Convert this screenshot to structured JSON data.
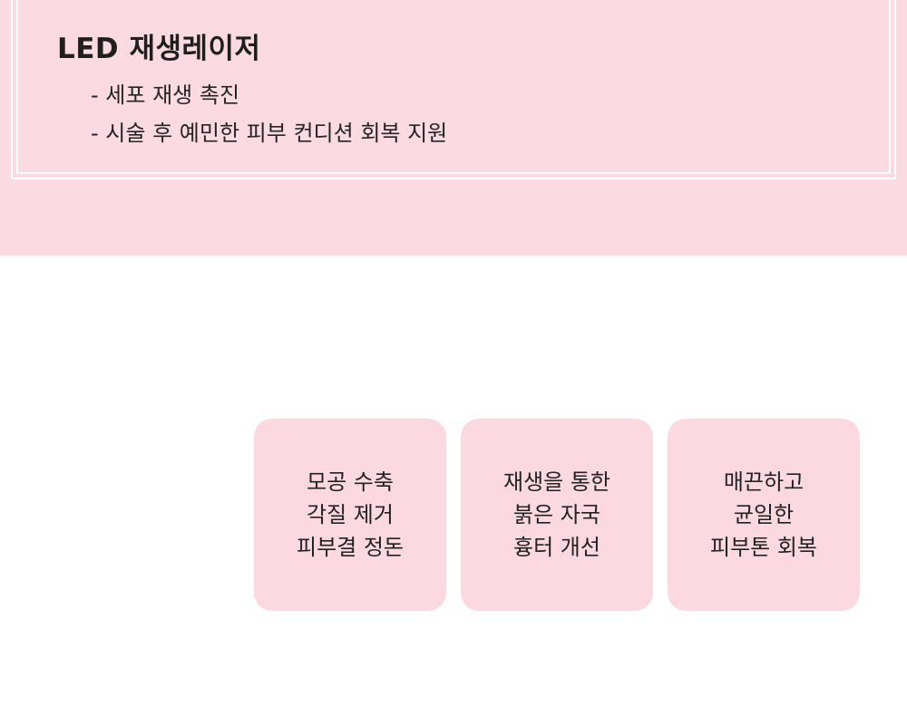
{
  "theme": {
    "hero_background": "#fbdbe1",
    "card_background": "#fcd9e0",
    "frame_color": "#ffffff",
    "text_color": "#222222"
  },
  "header": {
    "title": "LED 재생레이저",
    "bullets": [
      "- 세포 재생 촉진",
      "- 시술 후 예민한 피부 컨디션 회복 지원"
    ]
  },
  "cards": [
    {
      "lines": [
        "모공 수축",
        "각질 제거",
        "피부결 정돈"
      ]
    },
    {
      "lines": [
        "재생을 통한",
        "붉은 자국",
        "흉터 개선"
      ]
    },
    {
      "lines": [
        "매끈하고",
        "균일한",
        "피부톤 회복"
      ]
    }
  ]
}
